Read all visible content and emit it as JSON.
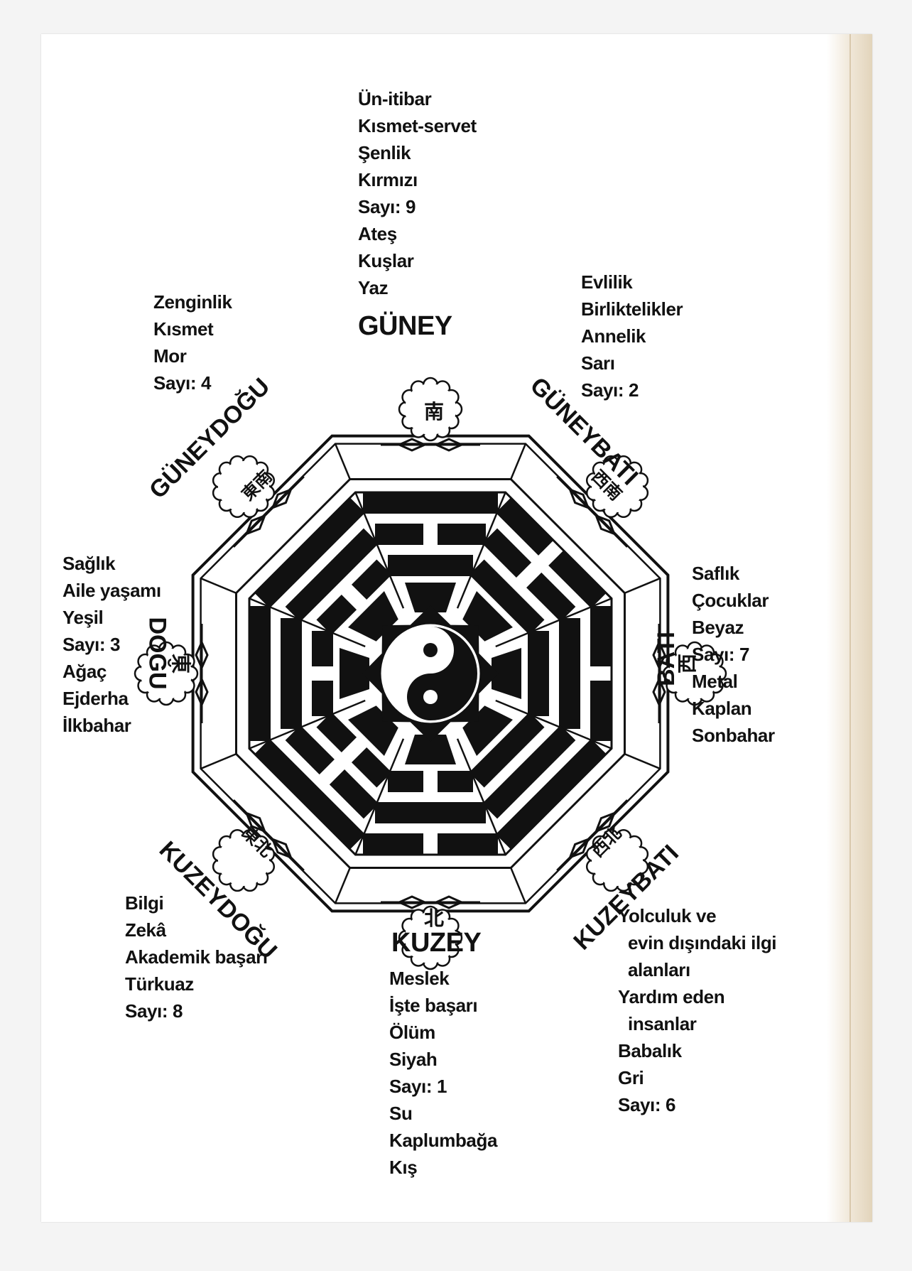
{
  "south": {
    "heading": "GÜNEY",
    "lines": [
      "Ün-itibar",
      "Kısmet-servet",
      "Şenlik",
      "Kırmızı",
      "Sayı: 9",
      "Ateş",
      "Kuşlar",
      "Yaz"
    ]
  },
  "southwest": {
    "heading": "GÜNEYBATI",
    "lines": [
      "Evlilik",
      "Birliktelikler",
      "Annelik",
      "Sarı",
      "Sayı: 2"
    ]
  },
  "southeast": {
    "heading": "GÜNEYDOĞU",
    "lines": [
      "Zenginlik",
      "Kısmet",
      "Mor",
      "Sayı: 4"
    ]
  },
  "east": {
    "heading": "DOĞU",
    "lines": [
      "Sağlık",
      "Aile yaşamı",
      "Yeşil",
      "Sayı: 3",
      "Ağaç",
      "Ejderha",
      "İlkbahar"
    ]
  },
  "west": {
    "heading": "BATI",
    "lines": [
      "Saflık",
      "Çocuklar",
      "Beyaz",
      "Sayı: 7",
      "Metal",
      "Kaplan",
      "Sonbahar"
    ]
  },
  "northeast": {
    "heading": "KUZEYDOĞU",
    "lines": [
      "Bilgi",
      "Zekâ",
      "Akademik başarı",
      "Türkuaz",
      "Sayı: 8"
    ]
  },
  "north": {
    "heading": "KUZEY",
    "lines": [
      "Meslek",
      "İşte başarı",
      "Ölüm",
      "Siyah",
      "Sayı: 1",
      "Su",
      "Kaplumbağa",
      "Kış"
    ]
  },
  "northwest": {
    "heading": "KUZEYBATI",
    "lines": [
      "Yolculuk ve",
      "evin dışındaki ilgi",
      "alanları",
      "Yardım eden",
      "insanlar",
      "Babalık",
      "Gri",
      "Sayı: 6"
    ]
  },
  "glyphs": {
    "south": "南",
    "north": "北",
    "east": "東",
    "west": "西",
    "southeast": "東南",
    "southwest": "西南",
    "northeast": "東北",
    "northwest": "西北"
  },
  "colors": {
    "ink": "#111111",
    "paper": "#ffffff",
    "page_edge": "#e2d4bb"
  }
}
